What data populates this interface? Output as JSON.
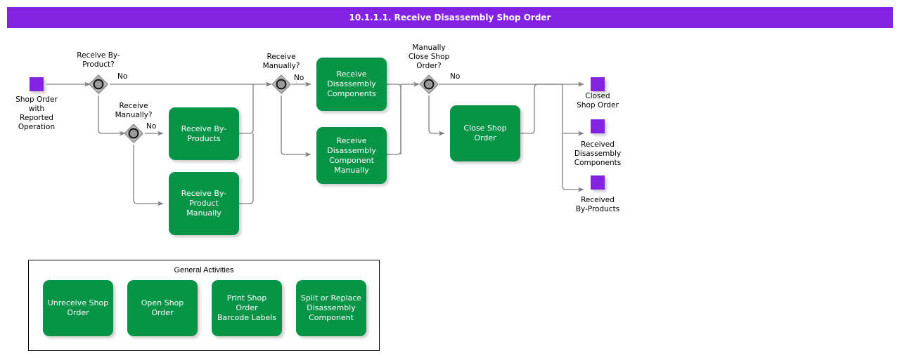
{
  "header": {
    "title": "10.1.1.1. Receive Disassembly Shop Order",
    "bar_color": "#8322e0"
  },
  "palette": {
    "activity_green": "#079447",
    "node_purple": "#8322e0",
    "gateway_gray": "#9a9a9a",
    "connector": "#808080"
  },
  "start_nodes": [
    {
      "name": "start-shop-order",
      "label": "Shop Order\nwith\nReported\nOperation"
    }
  ],
  "gateways": [
    {
      "name": "gateway-receive-by-product",
      "label": "Receive By-\nProduct?",
      "no_label": "No"
    },
    {
      "name": "gateway-receive-manually-byproduct",
      "label": "Receive\nManually?",
      "no_label": "No"
    },
    {
      "name": "gateway-receive-manually-components",
      "label": "Receive\nManually?",
      "no_label": "No"
    },
    {
      "name": "gateway-manually-close-shop-order",
      "label": "Manually\nClose Shop\nOrder?",
      "no_label": "No"
    }
  ],
  "activities": [
    {
      "name": "activity-receive-by-products",
      "label": "Receive By-\nProducts"
    },
    {
      "name": "activity-receive-by-product-manually",
      "label": "Receive By-\nProduct\nManually"
    },
    {
      "name": "activity-receive-disassembly-components",
      "label": "Receive\nDisassembly\nComponents"
    },
    {
      "name": "activity-receive-disassembly-component-manually",
      "label": "Receive\nDisassembly\nComponent\nManually"
    },
    {
      "name": "activity-close-shop-order",
      "label": "Close Shop\nOrder"
    }
  ],
  "end_nodes": [
    {
      "name": "end-closed-shop-order",
      "label": "Closed\nShop Order"
    },
    {
      "name": "end-received-disassembly-components",
      "label": "Received\nDisassembly\nComponents"
    },
    {
      "name": "end-received-by-products",
      "label": "Received\nBy-Products"
    }
  ],
  "general_activities": {
    "title": "General Activities",
    "items": [
      {
        "name": "general-activity-unreceive-shop-order",
        "label": "Unreceive Shop\nOrder"
      },
      {
        "name": "general-activity-open-shop-order",
        "label": "Open Shop\nOrder"
      },
      {
        "name": "general-activity-print-shop-order-barcode-labels",
        "label": "Print Shop Order\nBarcode Labels"
      },
      {
        "name": "general-activity-split-or-replace-disassembly-component",
        "label": "Split or Replace\nDisassembly\nComponent"
      }
    ]
  }
}
